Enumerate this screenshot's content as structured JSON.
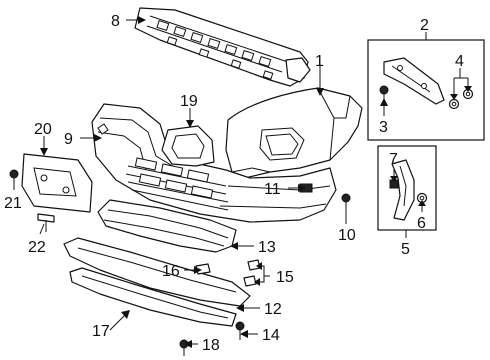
{
  "callouts": [
    "1",
    "2",
    "3",
    "4",
    "5",
    "6",
    "7",
    "8",
    "9",
    "10",
    "11",
    "12",
    "13",
    "14",
    "15",
    "16",
    "17",
    "18",
    "19",
    "20",
    "21",
    "22"
  ],
  "icons": {
    "bracket_fastener": "bolt-icon",
    "retainer_nut": "nut-icon",
    "clip": "clip-icon"
  }
}
